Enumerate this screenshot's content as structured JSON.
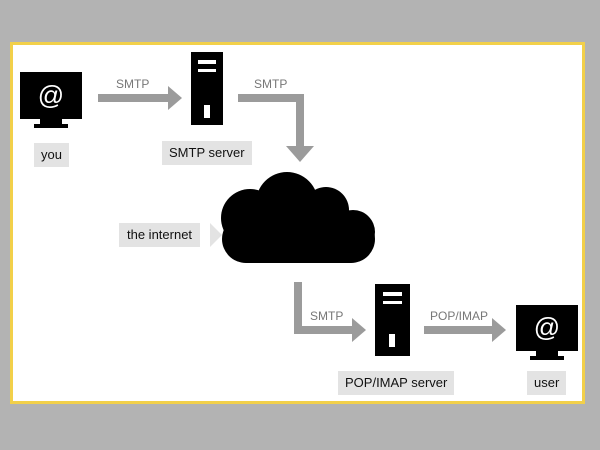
{
  "nodes": {
    "you": "you",
    "smtp_server": "SMTP server",
    "internet": "the internet",
    "pop_imap_server": "POP/IMAP server",
    "user": "user"
  },
  "edges": {
    "you_to_smtp": "SMTP",
    "smtp_to_internet": "SMTP",
    "internet_to_pop": "SMTP",
    "pop_to_user": "POP/IMAP"
  },
  "icons": {
    "monitor_symbol": "@"
  },
  "colors": {
    "frame": "#f2d04a",
    "background": "#b3b3b3",
    "arrow": "#9b9b9b",
    "label_bg": "#e3e3e3"
  }
}
